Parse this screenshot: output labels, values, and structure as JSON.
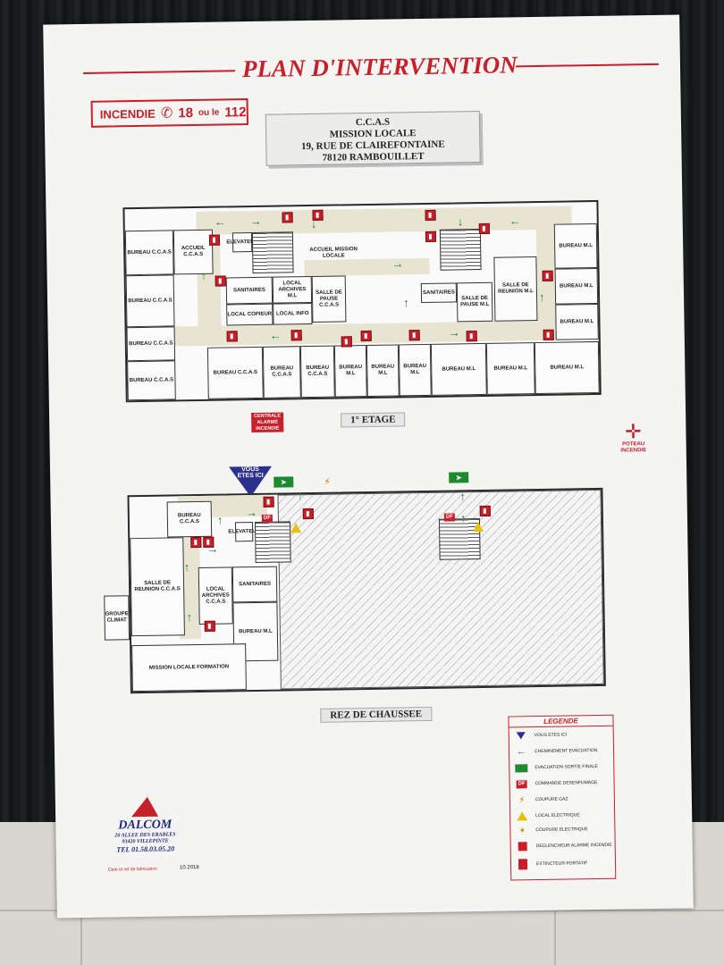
{
  "header": {
    "title": "PLAN D'INTERVENTION",
    "fire_label": "INCENDIE",
    "fire_numbers": "18",
    "fire_or": "ou le",
    "fire_numbers2": "112",
    "address_lines": [
      "C.C.A.S",
      "MISSION LOCALE",
      "19, RUE DE CLAIREFONTAINE",
      "78120 RAMBOUILLET"
    ]
  },
  "upper_floor": {
    "label": "1° ETAGE",
    "rooms": {
      "r1": "BUREAU C.C.A.S",
      "r2": "ACCUEIL C.C.A.S",
      "r3": "ELEVATEUR",
      "r4": "ACCUEIL MISSION LOCALE",
      "r5": "BUREAU M.L",
      "r6": "BUREAU C.C.A.S",
      "r7": "SANITAIRES",
      "r8": "LOCAL ARCHIVES M.L",
      "r9": "SALLE DE PAUSE C.C.A.S",
      "r10": "SALLE DE REUNION M.L",
      "r11": "BUREAU M.L",
      "r12": "BUREAU C.C.A.S",
      "r13": "LOCAL COPIEUR",
      "r14": "LOCAL INFO",
      "r15": "SANITAIRES",
      "r16": "SALLE DE PAUSE M.L",
      "r17": "BUREAU M.L",
      "r18": "BUREAU C.C.A.S",
      "r19": "BUREAU C.C.A.S",
      "r20": "BUREAU C.C.A.S",
      "r21": "BUREAU C.C.A.S",
      "r22": "BUREAU M.L",
      "r23": "BUREAU M.L",
      "r24": "BUREAU M.L",
      "r25": "BUREAU M.L",
      "r26": "BUREAU M.L",
      "r27": "BUREAU M.L"
    },
    "alarm_center": "CENTRALE ALARME INCENDIE"
  },
  "poteau": "POTEAU INCENDIE",
  "ground_floor": {
    "label": "REZ DE CHAUSSEE",
    "here": "VOUS ETES ICI",
    "rooms": {
      "g1": "BUREAU C.C.A.S",
      "g2": "ELEVATEUR",
      "g3": "SALLE DE REUNION C.C.A.S",
      "g4": "SANITAIRES",
      "g5": "GROUPE CLIMAT",
      "g6": "LOCAL ARCHIVES C.C.A.S",
      "g7": "BUREAU M.L",
      "g8": "MISSION LOCALE FORMATION"
    },
    "df": "DF"
  },
  "legend": {
    "title": "LEGENDE",
    "items": [
      "VOUS ETES ICI",
      "CHEMINEMENT EVACUATION",
      "EVACUATION SORTIE FINALE",
      "COMMANDE DESENFUMAGE",
      "COUPURE GAZ",
      "LOCAL ELECTRIQUE",
      "COUPURE ELECTRIQUE",
      "DECLENCHEUR ALARME INCENDIE",
      "EXTINCTEUR PORTATIF"
    ],
    "df_symbol": "DF"
  },
  "company": {
    "name": "DALCOM",
    "address1": "20 ALLEE DES ERABLES",
    "address2": "93420 VILLEPINTE",
    "tel": "TEL 01.58.03.05.20",
    "fab_label": "Date et ref de fabrication",
    "fab_date": "10.2018"
  },
  "colors": {
    "accent_red": "#c8202a",
    "exit_green": "#1e8a2e",
    "here_blue": "#2b2f8e"
  }
}
